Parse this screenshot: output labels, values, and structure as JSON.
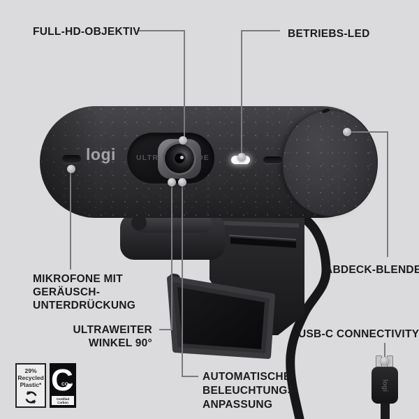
{
  "colors": {
    "background": "#dbdbdd",
    "device_body": "#333337",
    "callout_line": "#7b7b7f",
    "led": "#fbfbfc",
    "label_text": "#1b1b1d"
  },
  "callouts": {
    "full_hd_lens": {
      "label": "FULL-HD-OBJEKTIV"
    },
    "status_led": {
      "label": "BETRIEBS-LED"
    },
    "noise_mics": {
      "lines": [
        "MIKROFONE MIT",
        "GERÄUSCH-",
        "UNTERDRÜCKUNG"
      ]
    },
    "wide_angle": {
      "lines": [
        "ULTRAWEITER",
        "WINKEL 90°"
      ]
    },
    "auto_light": {
      "lines": [
        "AUTOMATISCHE",
        "BELEUCHTUNGS-",
        "ANPASSUNG"
      ]
    },
    "privacy_shutter": {
      "label": "ABDECK-BLENDE"
    },
    "usb_c": {
      "label": "USB-C CONNECTIVITY"
    }
  },
  "device": {
    "brand_logo": "logi",
    "lens_ring_left": "ULTRA",
    "lens_ring_right": "WIDE",
    "usb_plug_logo": "logi"
  },
  "badges": {
    "recycled_plastic": {
      "lines": [
        "29%",
        "Recycled",
        "Plastic*"
      ]
    },
    "carbon_neutral": {
      "letter": "C",
      "co2e": "CO₂e",
      "caption_lines": [
        "Certified",
        "Carbon Neutral"
      ]
    }
  }
}
